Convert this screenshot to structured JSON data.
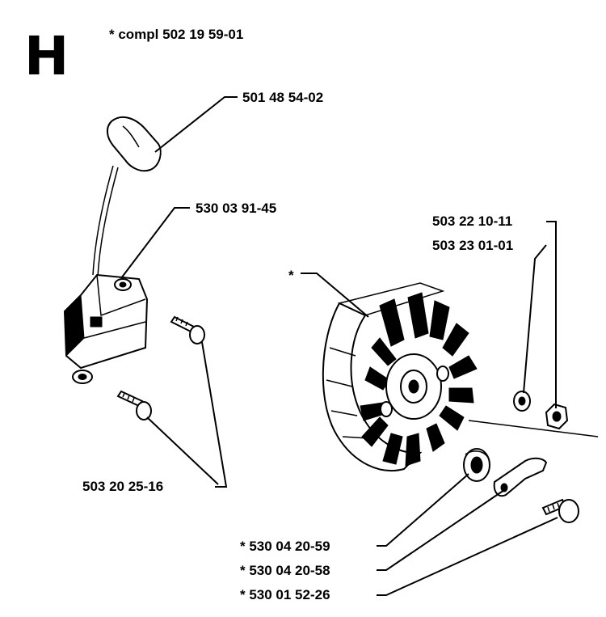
{
  "section_letter": "H",
  "assembly_label": "* compl 502 19 59-01",
  "parts": {
    "spark_plug_cap": "501 48 54-02",
    "ignition_module": "530 03 91-45",
    "screws": "503 20 25-16",
    "washer": "503 22 10-11",
    "nut": "503 23 01-01",
    "flywheel_marker": "*",
    "spring": "* 530 04 20-59",
    "pawl": "* 530 04 20-58",
    "pawl_pin": "* 530 01 52-26"
  }
}
